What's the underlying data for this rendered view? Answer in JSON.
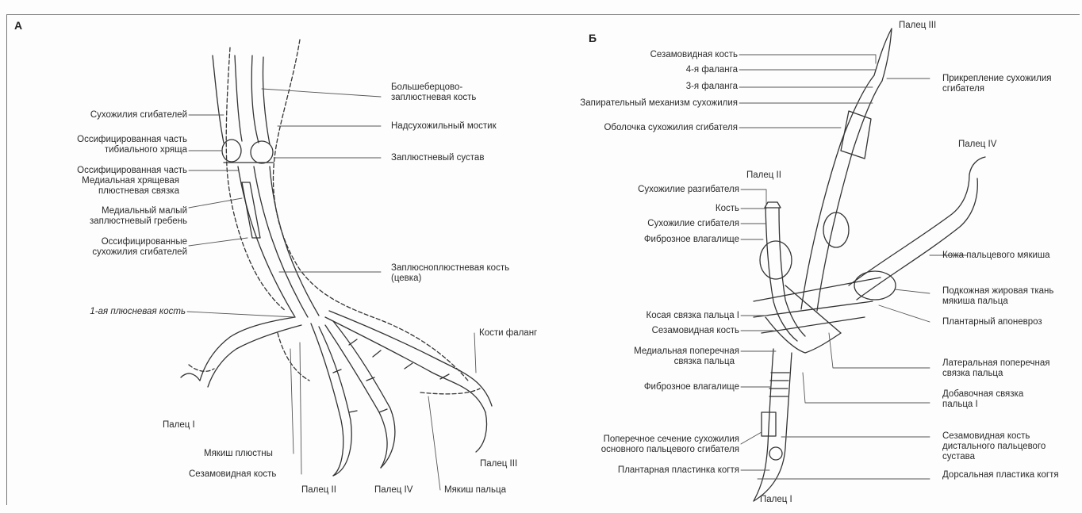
{
  "panels": {
    "a": {
      "letter": "А",
      "labels": {
        "tibiotarsus_1": "Большеберцово-",
        "tibiotarsus_2": "заплюстневая кость",
        "flexor_tendons": "Сухожилия сгибателей",
        "supratendinal_bridge": "Надсухожильный мостик",
        "ossified_tibial_cart_1": "Оссифицированная часть",
        "ossified_tibial_cart_2": "тибиального хряща",
        "intertarsal_joint": "Заплюстневый сустав",
        "ossified_part": "Оссифицированная часть",
        "medial_ligament_1": "Медиальная хрящевая",
        "medial_ligament_2": "плюстневая связка",
        "medial_crest_1": "Медиальный малый",
        "medial_crest_2": "заплюстневый гребень",
        "ossified_tendons_1": "Оссифицированные",
        "ossified_tendons_2": "сухожилия сгибателей",
        "tarsometatarsus_1": "Заплюсноплюстневая кость",
        "tarsometatarsus_2": "(цевка)",
        "metatarsal_1": "1-ая плюсневая кость",
        "phalanges": "Кости фаланг",
        "digit_1": "Палец I",
        "metatarsal_pad": "Мякиш плюстны",
        "sesamoid": "Сезамовидная кость",
        "digit_2": "Палец II",
        "digit_4": "Палец IV",
        "digital_pad": "Мякиш пальца",
        "digit_3": "Палец III"
      }
    },
    "b": {
      "letter": "Б",
      "labels": {
        "digit_3": "Палец III",
        "sesamoid_top": "Сезамовидная кость",
        "phalanx_4": "4-я фаланга",
        "phalanx_3": "3-я фаланга",
        "locking_mech": "Запирательный механизм сухожилия",
        "flexor_sheath": "Оболочка сухожилия сгибателя",
        "flexor_attach_1": "Прикрепление сухожилия",
        "flexor_attach_2": "сгибателя",
        "digit_4": "Палец IV",
        "digit_2": "Палец II",
        "extensor_tendon": "Сухожилие разгибателя",
        "bone": "Кость",
        "flexor_tendon": "Сухожилие сгибателя",
        "fibrous_sheath_top": "Фиброзное влагалище",
        "pad_skin": "Кожа пальцевого мякиша",
        "fat_1": "Подкожная жировая ткань",
        "fat_2": "мякиша пальца",
        "oblique_lig": "Косая связка пальца I",
        "sesamoid_mid": "Сезамовидная кость",
        "plantar_apon": "Плантарный апоневроз",
        "medial_trans_1": "Медиальная поперечная",
        "medial_trans_2": "связка пальца",
        "lateral_trans_1": "Латеральная поперечная",
        "lateral_trans_2": "связка пальца",
        "fibrous_sheath_bottom": "Фиброзное влагалище",
        "accessory_1": "Добавочная связка",
        "accessory_2": "пальца I",
        "cross_section_1": "Поперечное сечение сухожилия",
        "cross_section_2": "основного пальцевого сгибателя",
        "sesamoid_distal_1": "Сезамовидная кость",
        "sesamoid_distal_2": "дистального пальцевого",
        "sesamoid_distal_3": "сустава",
        "plantar_plate": "Плантарная пластинка когтя",
        "dorsal_plate": "Дорсальная пластика когтя",
        "digit_1": "Палец I"
      }
    }
  }
}
